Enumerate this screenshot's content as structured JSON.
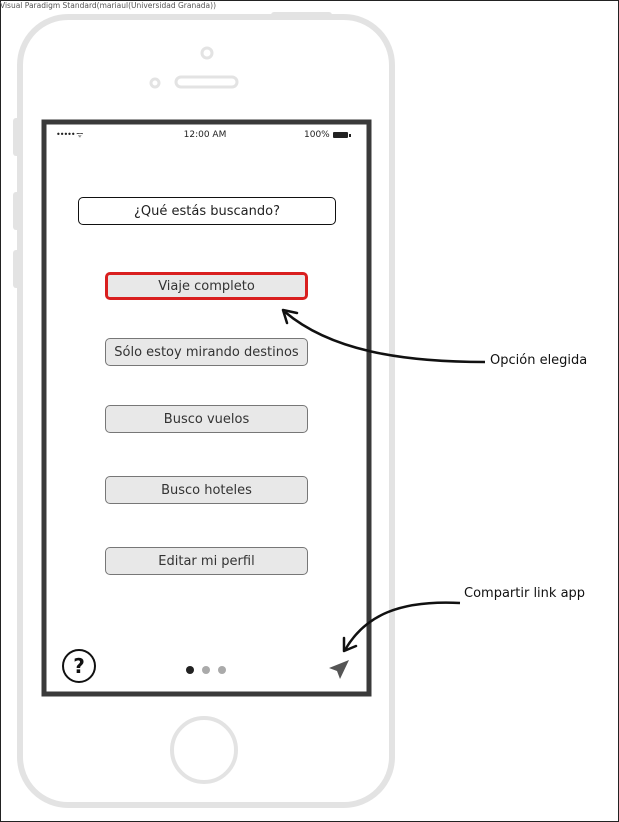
{
  "watermark": "Visual Paradigm Standard(mariaul(Universidad Granada))",
  "status_bar": {
    "signal": "••••• ᯤ",
    "time": "12:00 AM",
    "battery": "100%"
  },
  "screen": {
    "search_label": "¿Qué estás buscando?",
    "options": [
      {
        "label": "Viaje completo",
        "selected": true
      },
      {
        "label": "Sólo estoy mirando destinos",
        "selected": false
      },
      {
        "label": "Busco vuelos",
        "selected": false
      },
      {
        "label": "Busco hoteles",
        "selected": false
      },
      {
        "label": "Editar mi perfil",
        "selected": false
      }
    ],
    "help_symbol": "?",
    "page_dots": {
      "count": 3,
      "active": 0
    },
    "share_icon": "navigation-arrow-icon"
  },
  "annotations": {
    "chosen_option": "Opción elegida",
    "share_link": "Compartir link app"
  },
  "colors": {
    "phone_outline": "#e3e3e3",
    "screen_border": "#3a3a3a",
    "selected_border": "#d91f1f",
    "button_fill": "#e8e8e8"
  }
}
